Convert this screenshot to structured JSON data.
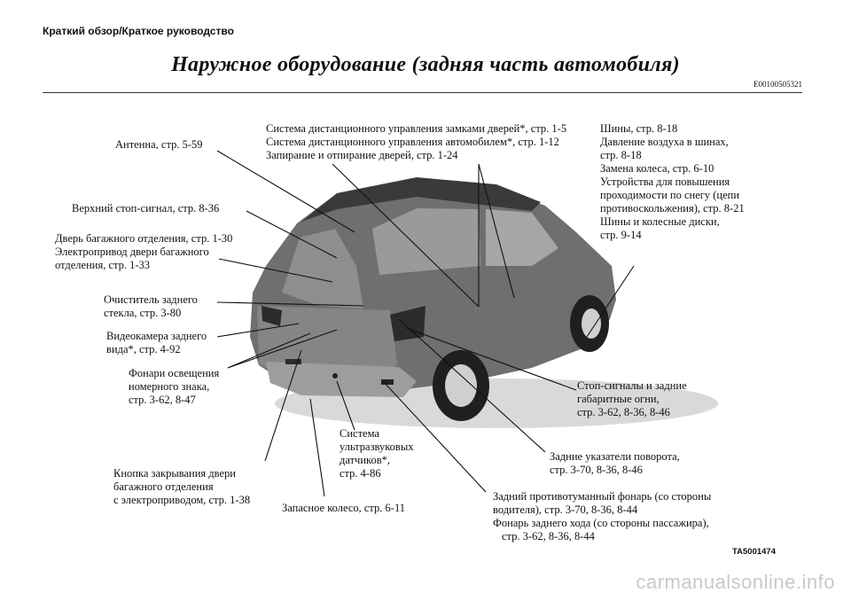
{
  "header": {
    "section": "Краткий обзор/Краткое руководство"
  },
  "page": {
    "title": "Наружное оборудование (задняя часть автомобиля)",
    "code": "E00100505321",
    "figure_id": "TA5001474"
  },
  "labels": {
    "antenna": "Антенна, стр. 5-59",
    "remote_1": "Система дистанционного управления замками дверей*, стр. 1-5",
    "remote_2": "Система дистанционного управления автомобилем*, стр. 1-12",
    "remote_3": "Запирание и отпирание дверей, стр. 1-24",
    "tires_1": "Шины, стр. 8-18",
    "tires_2": "Давление воздуха в шинах,",
    "tires_3": "стр. 8-18",
    "tires_4": "Замена колеса, стр. 6-10",
    "tires_5": "Устройства для повышения",
    "tires_6": "проходимости по снегу (цепи",
    "tires_7": "противоскольжения), стр. 8-21",
    "tires_8": "Шины и колесные диски,",
    "tires_9": "стр. 9-14",
    "stoplamp": "Верхний стоп-сигнал, стр. 8-36",
    "tailgate_1": "Дверь багажного отделения, стр. 1-30",
    "tailgate_2": "Электропривод двери багажного",
    "tailgate_3": "отделения, стр. 1-33",
    "wiper_1": "Очиститель заднего",
    "wiper_2": "стекла, стр. 3-80",
    "camera_1": "Видеокамера заднего",
    "camera_2": "вида*, стр. 4-92",
    "plate_1": "Фонари освещения",
    "plate_2": "номерного знака,",
    "plate_3": "стр. 3-62, 8-47",
    "button_1": "Кнопка закрывания двери",
    "button_2": "багажного отделения",
    "button_3": "с электроприводом, стр. 1-38",
    "spare": "Запасное колесо, стр. 6-11",
    "sensor_1": "Система",
    "sensor_2": "ультразвуковых",
    "sensor_3": "датчиков*,",
    "sensor_4": "стр. 4-86",
    "stop_1": "Стоп-сигналы и задние",
    "stop_2": "габаритные огни,",
    "stop_3": "стр. 3-62, 8-36, 8-46",
    "turn_1": "Задние указатели поворота,",
    "turn_2": "стр. 3-70, 8-36, 8-46",
    "fog_1": "Задний противотуманный фонарь (со стороны",
    "fog_2": "водителя), стр. 3-70, 8-36, 8-44",
    "fog_3": "Фонарь заднего хода (со стороны пассажира),",
    "fog_4": "стр. 3-62, 8-36, 8-44"
  },
  "watermark": "carmanualsonline.info"
}
